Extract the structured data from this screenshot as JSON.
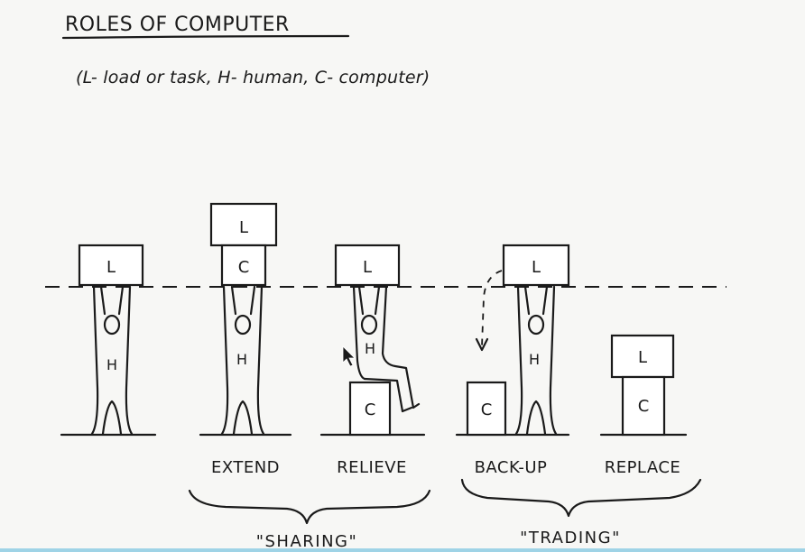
{
  "title": "ROLES OF COMPUTER",
  "legend": "(L- load or task,    H- human,    C- computer)",
  "labels": {
    "load": "L",
    "human": "H",
    "computer": "C"
  },
  "captions": {
    "extend": "EXTEND",
    "relieve": "RELIEVE",
    "backup": "BACK-UP",
    "replace": "REPLACE"
  },
  "groups": {
    "sharing": "\"SHARING\"",
    "trading": "\"TRADING\""
  }
}
